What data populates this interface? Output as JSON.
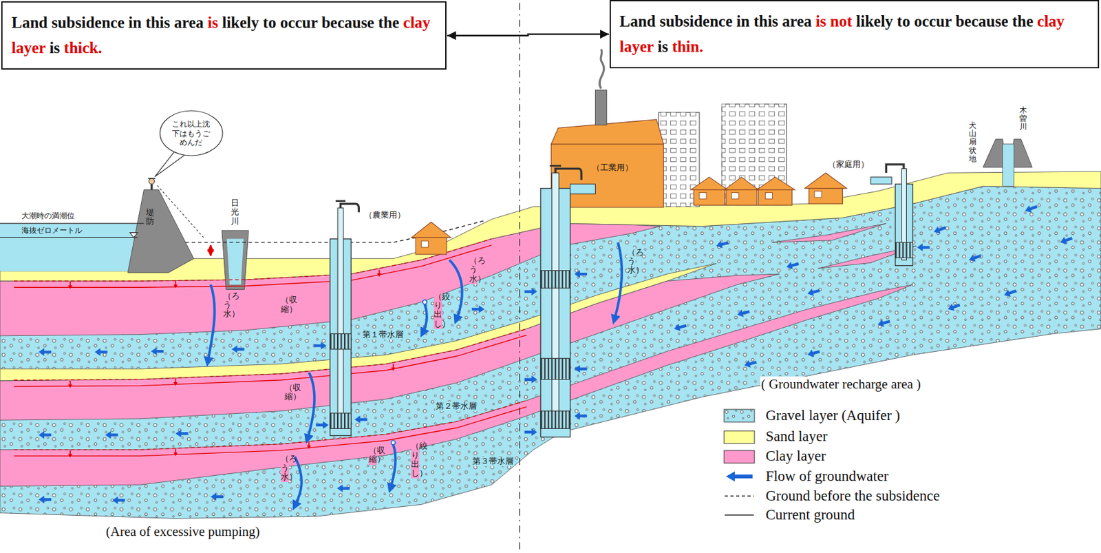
{
  "diagram": {
    "nodes": [
      {
        "text": [
          "Land subsidence in this area is likely to occur because the clay layer is thick."
        ]
      },
      {
        "text": [
          "Land subsidence in this area is not likely to occur because the clay layer is thin."
        ]
      },
      {
        "text": [
          "これ以上沈下はもうごめんだ"
        ]
      }
    ],
    "edges": [
      {
        "from": 0,
        "to": 1,
        "arrow": "both"
      }
    ],
    "labels": [
      "大潮時の満潮位",
      "海抜ゼロメートル",
      "堤防",
      "日光川",
      "（農業用）",
      "（工業用）",
      "（家庭用）",
      "犬山扇状地",
      "木曽川",
      "（ろう水）",
      "（ろう水）",
      "（ろう水）",
      "（ろう水）",
      "（収縮）",
      "（収縮）",
      "（収縮）",
      "（絞り出し）",
      "（絞り出し）",
      "第１帯水層",
      "第２帯水層",
      "第３帯水層",
      "( Groundwater recharge area )",
      "(Area of excessive pumping)"
    ],
    "legend": [
      {
        "text": "Gravel layer (Aquifer )"
      },
      {
        "text": "Sand layer",
        "color": "#ffff99"
      },
      {
        "text": "Clay layer",
        "color": "#ff99cc"
      },
      {
        "text": "Flow of groundwater"
      },
      {
        "text": "Ground before the subsidence"
      },
      {
        "text": "Current ground"
      }
    ]
  }
}
